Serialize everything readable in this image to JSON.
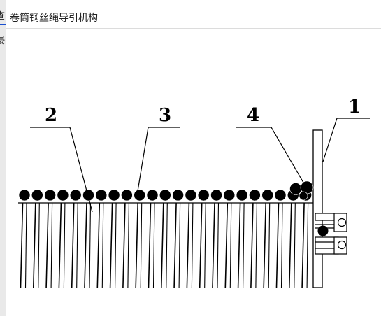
{
  "window": {
    "title": "卷筒钢丝绳导引机构",
    "left_fragments": [
      "查",
      "浸"
    ]
  },
  "diagram": {
    "labels": [
      "1",
      "2",
      "3",
      "4"
    ]
  }
}
